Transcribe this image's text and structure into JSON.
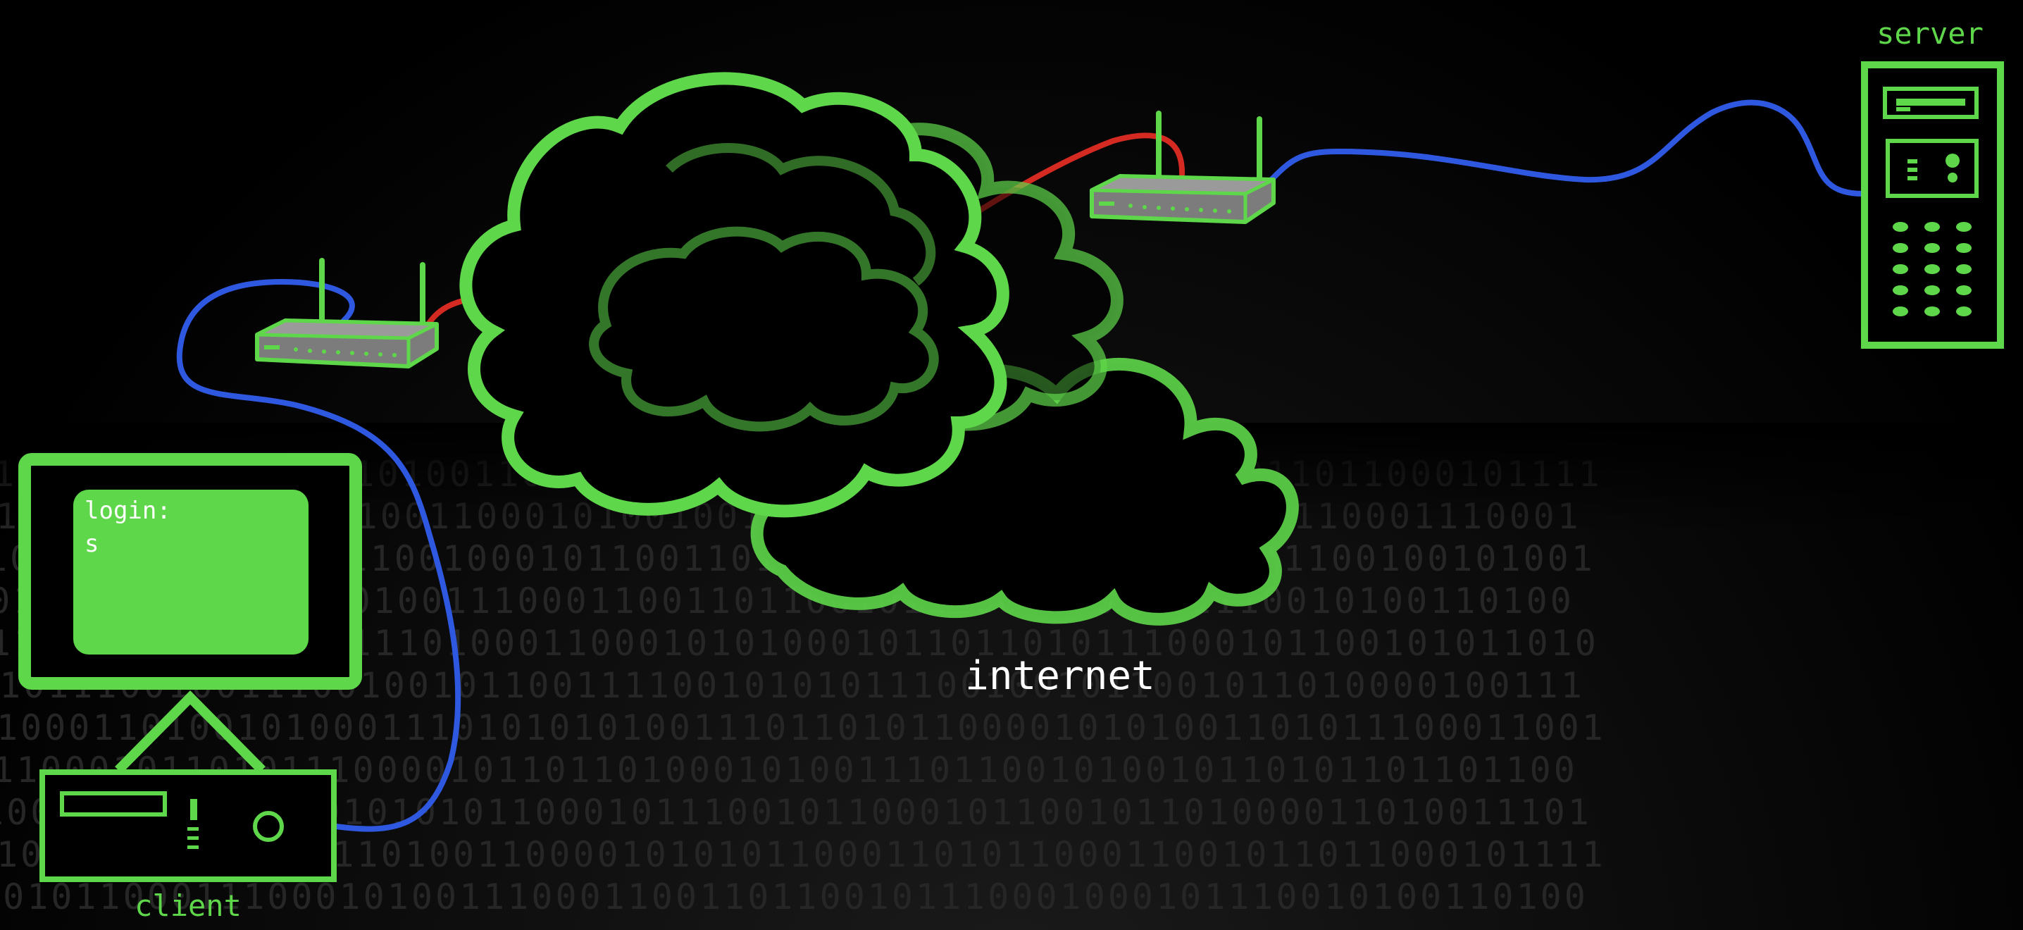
{
  "labels": {
    "server": "server",
    "client": "client",
    "internet": "internet"
  },
  "terminal": {
    "line1": "login:",
    "line2": "s"
  },
  "background_binary": [
    "1001101000100111010011000010101011000110101100011001011011000101111",
    "0111001001101010100110001010010011010100110001101101000110001110001",
    "1010011000010111100100010110011011010010010110011001011100100101001",
    "0010110001110001010011100011001101100101110001000101110010100110100",
    "1101000101010101110100011000101010001011011010111000101100101011010",
    "0101110010011100100101100111100101010111001001011001011010000100111",
    "1000110100101000111010101010011101101011000010101001101011100011001",
    "0110001011010111000010110110100010100111011001010010110101101101100",
    "1001011100101001010101100010111001011000101100101101000011010011101"
  ],
  "colors": {
    "green": "#5fd74a",
    "dark_green": "#3a8a2e",
    "cable_blue": "#2f58e0",
    "cable_red": "#d42a22",
    "router_body": "#7c7c7c",
    "text_white": "#ffffff"
  },
  "icons": [
    "server-icon",
    "router-icon",
    "monitor-icon",
    "computer-icon",
    "internet-cloud-icon"
  ]
}
